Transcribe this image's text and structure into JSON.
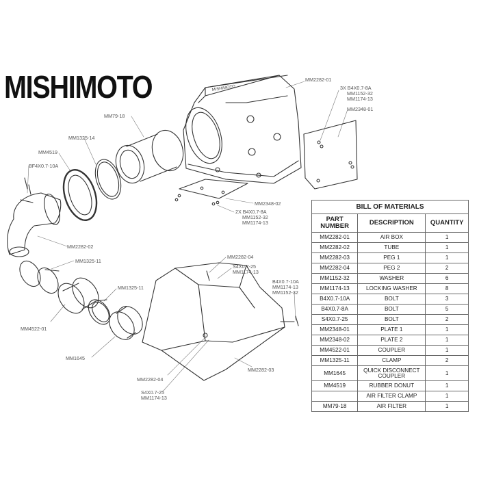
{
  "brand": {
    "name": "MISHIMOTO"
  },
  "callouts": [
    {
      "key": "mm2282_01",
      "text": "MM2282-01"
    },
    {
      "key": "bolts_top",
      "lines": [
        "3X B4X0.7-8A",
        "MM1152-32",
        "MM1174-13"
      ]
    },
    {
      "key": "mm2348_01",
      "text": "MM2348-01"
    },
    {
      "key": "mm79_18",
      "text": "MM79-18"
    },
    {
      "key": "mm1325_14",
      "text": "MM1325-14"
    },
    {
      "key": "mm4519",
      "text": "MM4519"
    },
    {
      "key": "bf4",
      "text": "BF4X0.7-10A"
    },
    {
      "key": "mm2348_02",
      "text": "MM2348-02"
    },
    {
      "key": "bolts_mid",
      "lines": [
        "2X B4X0.7-8A",
        "MM1152-32",
        "MM1174-13"
      ]
    },
    {
      "key": "mm2282_02",
      "text": "MM2282-02"
    },
    {
      "key": "mm1325_11a",
      "text": "MM1325-11"
    },
    {
      "key": "mm1325_11b",
      "text": "MM1325-11"
    },
    {
      "key": "mm4522_01",
      "text": "MM4522-01"
    },
    {
      "key": "mm1645",
      "text": "MM1645"
    },
    {
      "key": "mm2282_04a",
      "text": "MM2282-04"
    },
    {
      "key": "s4_top",
      "lines": [
        "S4X0.7-25",
        "MM1174-13"
      ]
    },
    {
      "key": "b4_right",
      "lines": [
        "B4X0.7-10A",
        "MM1174-13",
        "MM1152-32"
      ]
    },
    {
      "key": "mm2282_04b",
      "text": "MM2282-04"
    },
    {
      "key": "mm2282_03",
      "text": "MM2282-03"
    },
    {
      "key": "s4_bottom",
      "lines": [
        "S4X0.7-25",
        "MM1174-13"
      ]
    }
  ],
  "bom": {
    "title": "BILL OF MATERIALS",
    "headers": [
      "PART\nNUMBER",
      "DESCRIPTION",
      "QUANTITY"
    ],
    "rows": [
      [
        "MM2282-01",
        "AIR BOX",
        "1"
      ],
      [
        "MM2282-02",
        "TUBE",
        "1"
      ],
      [
        "MM2282-03",
        "PEG 1",
        "1"
      ],
      [
        "MM2282-04",
        "PEG 2",
        "2"
      ],
      [
        "MM1152-32",
        "WASHER",
        "6"
      ],
      [
        "MM1174-13",
        "LOCKING WASHER",
        "8"
      ],
      [
        "B4X0.7-10A",
        "BOLT",
        "3"
      ],
      [
        "B4X0.7-8A",
        "BOLT",
        "5"
      ],
      [
        "S4X0.7-25",
        "BOLT",
        "2"
      ],
      [
        "MM2348-01",
        "PLATE 1",
        "1"
      ],
      [
        "MM2348-02",
        "PLATE 2",
        "1"
      ],
      [
        "MM4522-01",
        "COUPLER",
        "1"
      ],
      [
        "MM1325-11",
        "CLAMP",
        "2"
      ],
      [
        "MM1645",
        "QUICK DISCONNECT\nCOUPLER",
        "1"
      ],
      [
        "MM4519",
        "RUBBER DONUT",
        "1"
      ],
      [
        "",
        "AIR FILTER CLAMP",
        "1"
      ],
      [
        "MM79-18",
        "AIR FILTER",
        "1"
      ]
    ]
  }
}
